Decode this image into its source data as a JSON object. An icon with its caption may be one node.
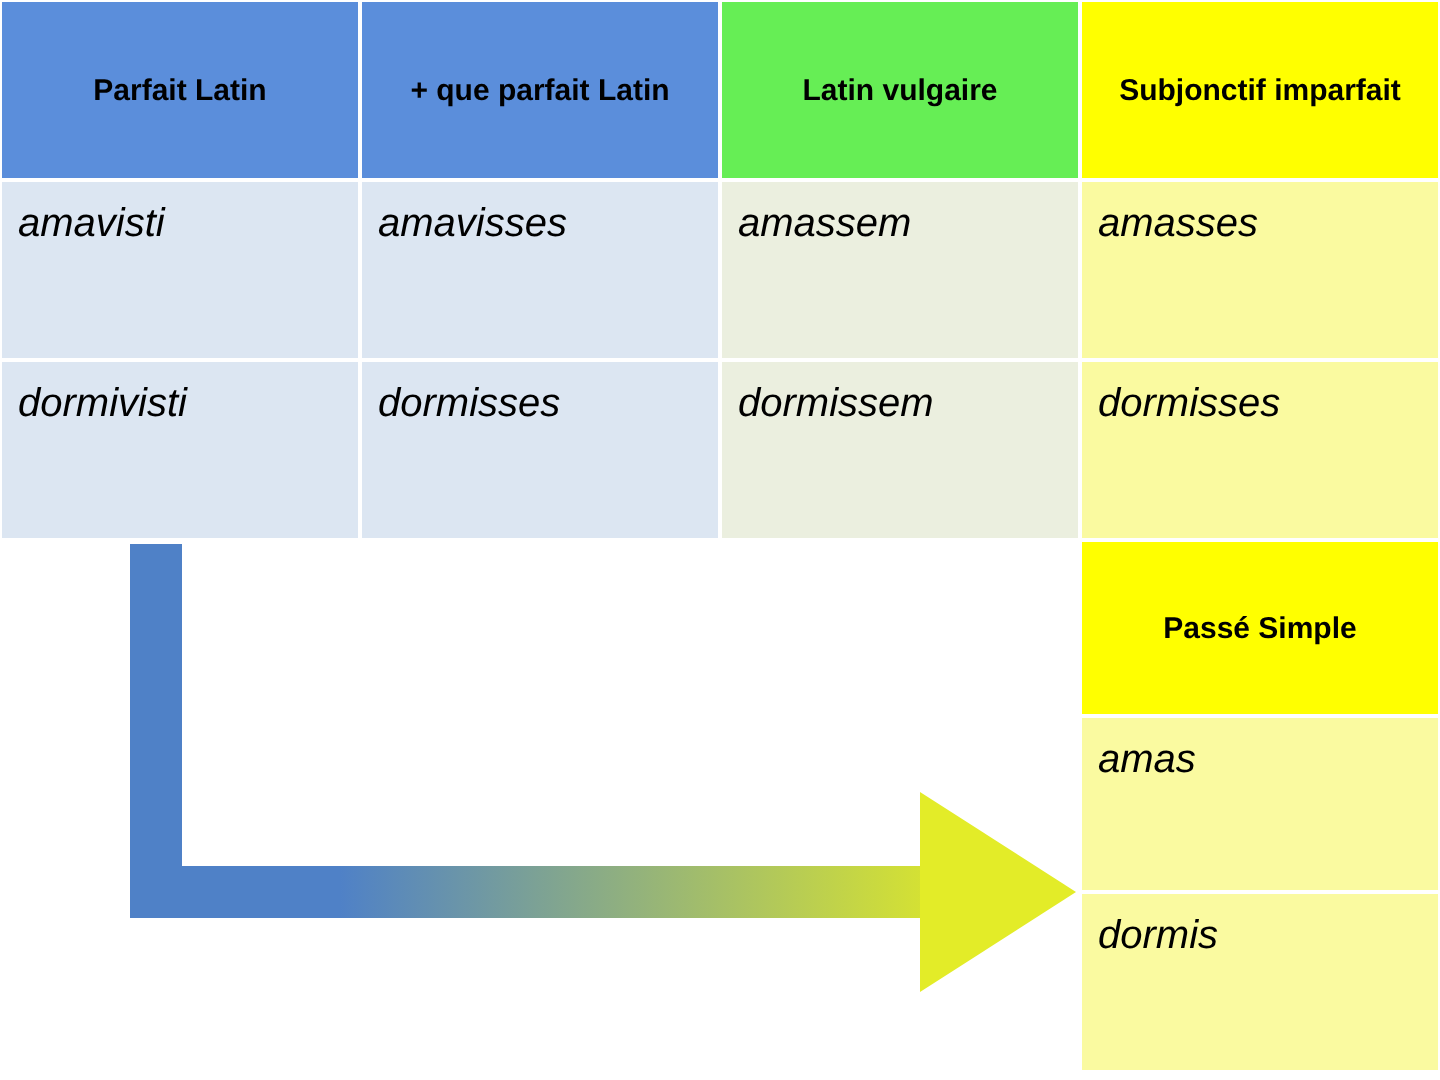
{
  "diagram": {
    "nodes": [
      {
        "text": [
          "Parfait Latin"
        ]
      },
      {
        "text": [
          "+ que parfait Latin"
        ]
      },
      {
        "text": [
          "Latin vulgaire"
        ]
      },
      {
        "text": [
          "Subjonctif imparfait"
        ]
      },
      {
        "text": [
          "amavisti"
        ]
      },
      {
        "text": [
          "amavisses"
        ]
      },
      {
        "text": [
          "amassem"
        ]
      },
      {
        "text": [
          "amasses"
        ]
      },
      {
        "text": [
          "dormivisti"
        ]
      },
      {
        "text": [
          "dormisses"
        ]
      },
      {
        "text": [
          "dormissem"
        ]
      },
      {
        "text": [
          "dormisses"
        ]
      },
      {
        "text": [
          "Passé Simple"
        ]
      },
      {
        "text": [
          "amas"
        ]
      },
      {
        "text": [
          "dormis"
        ]
      }
    ],
    "edges": [
      {
        "from": 8,
        "to": 14,
        "arrow": "to",
        "style": "thick"
      }
    ]
  }
}
